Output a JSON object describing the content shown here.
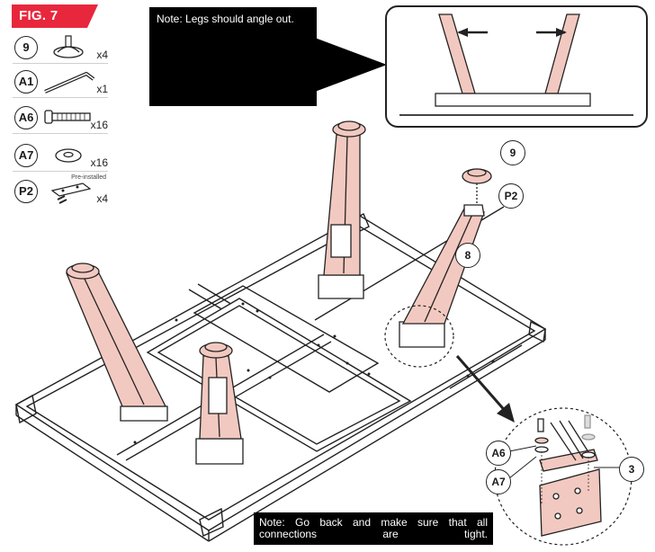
{
  "figure": {
    "label": "FIG. 7",
    "accent_color": "#e8273d"
  },
  "parts": [
    {
      "id": "9",
      "qty": "x4",
      "icon": "leveling-foot-icon"
    },
    {
      "id": "A1",
      "qty": "x1",
      "icon": "allen-key-icon"
    },
    {
      "id": "A6",
      "qty": "x16",
      "icon": "bolt-icon"
    },
    {
      "id": "A7",
      "qty": "x16",
      "icon": "washer-icon"
    },
    {
      "id": "P2",
      "qty": "x4",
      "icon": "bracket-icon",
      "note": "Pre-installed"
    }
  ],
  "notes": {
    "top": "Note: Legs should angle out.",
    "bottom": "Note: Go back and make sure that all connections are tight."
  },
  "callouts": {
    "foot": "9",
    "bracket": "P2",
    "leg": "8",
    "bolt": "A6",
    "washer": "A7",
    "plate": "3"
  },
  "colors": {
    "leg_fill": "#f2c9c0",
    "line": "#222222",
    "note_bg": "#000000"
  }
}
